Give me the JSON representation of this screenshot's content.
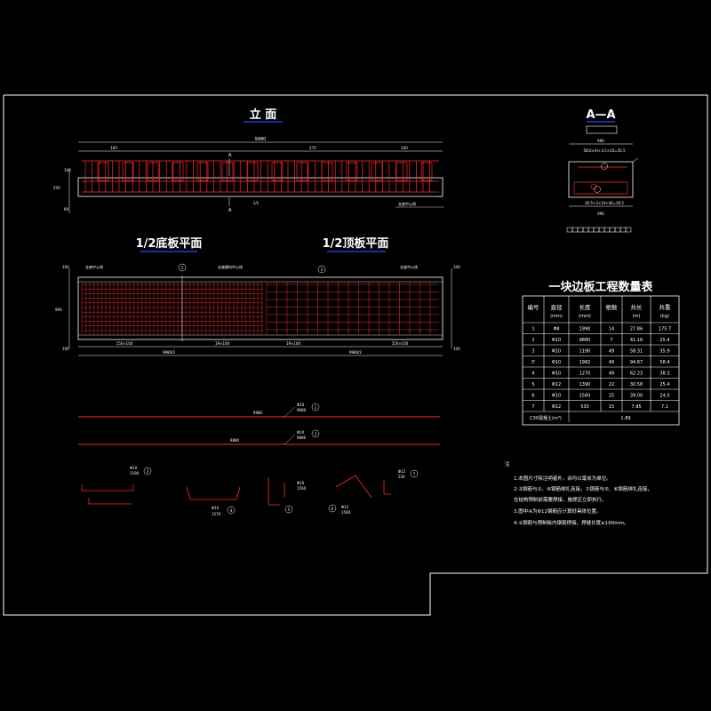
{
  "drawing": {
    "colors": {
      "background": "#000000",
      "line": "#ffffff",
      "rebar": "#ff2a2a",
      "title_underline": "#2a4aff",
      "dimension": "#e0e0e0"
    },
    "elevation": {
      "title": "立 面",
      "dim_total": "9980",
      "dim_left": "100",
      "dim_mid": "270",
      "dim_right": "100",
      "dim_bottom": "1/1",
      "section_mark_top": "A",
      "section_mark_bottom": "A",
      "support_label": "支座中心线"
    },
    "section": {
      "title": "A—A",
      "scale_box": "",
      "dim_top": "990",
      "dim_bottom": "990",
      "dim_sub_top": "50(2×4)+3.5×10=35.5",
      "dim_sub_bottom": "30.5+3×10+40=30.5"
    },
    "bottom_plan": {
      "title": "1/2底板平面",
      "support_label": "支座中心线",
      "center_label": "支座横向中心线",
      "dim_a": "150×100",
      "dim_b": "19×100",
      "dim_half": "9980/2"
    },
    "top_plan": {
      "title": "1/2顶板平面",
      "support_label": "支座中心线",
      "dim_a": "19×100",
      "dim_b": "150×100",
      "dim_half": "9980/2"
    },
    "bars": {
      "bar1_len": "9980",
      "bar1_label": "Φ10",
      "bar1_sub": "9980",
      "bar1_no": "1",
      "bar2_len": "9880",
      "bar2_label": "Φ10",
      "bar2_sub": "9880",
      "bar2_no": "2",
      "shapes": [
        {
          "no": "3",
          "label": "Φ10",
          "sub": "1190"
        },
        {
          "no": "4",
          "label": "Φ10",
          "sub": "1570"
        },
        {
          "no": "5",
          "label": "Φ10",
          "sub": "1560"
        },
        {
          "no": "6",
          "label": "Φ12",
          "sub": "1560"
        },
        {
          "no": "7",
          "label": "Φ12",
          "sub": "530"
        }
      ]
    },
    "table": {
      "title": "一块边板工程数量表",
      "headers": [
        "编号",
        "直径(mm)",
        "长度(mm)",
        "根数",
        "共长(m)",
        "共重(kg)"
      ],
      "rows": [
        [
          "1",
          "Φ8",
          "1990",
          "14",
          "27.86",
          "175.7"
        ],
        [
          "2",
          "Φ10",
          "9880",
          "7",
          "41.16",
          "25.4"
        ],
        [
          "3",
          "Φ10",
          "1190",
          "49",
          "58.31",
          "35.9"
        ],
        [
          "3'",
          "Φ10",
          "1982",
          "49",
          "94.87",
          "58.4"
        ],
        [
          "4",
          "Φ10",
          "1270",
          "49",
          "62.23",
          "38.3"
        ],
        [
          "5",
          "Φ12",
          "1390",
          "22",
          "30.58",
          "25.4"
        ],
        [
          "6",
          "Φ10",
          "1560",
          "25",
          "39.00",
          "24.0"
        ],
        [
          "7",
          "Φ12",
          "530",
          "15",
          "7.95",
          "7.1"
        ]
      ],
      "footer_label": "C30混凝土(m³)",
      "footer_value": "1.89"
    },
    "notes": {
      "heading": "注",
      "lines": [
        "1.本图尺寸除注明者外，余均以毫米为单位。",
        "2.③钢筋与②、⑥钢筋绑扎连接，⑦钢筋与⑤、⑥钢筋绑扎连接，",
        "   在结构预制前需要焊接，施焊应立即执行。",
        "3.图中④为Φ12钢筋应计算好具体位置。",
        "4.①钢筋与预制板内钢筋焊接，焊缝长度≥100mm。"
      ]
    }
  }
}
